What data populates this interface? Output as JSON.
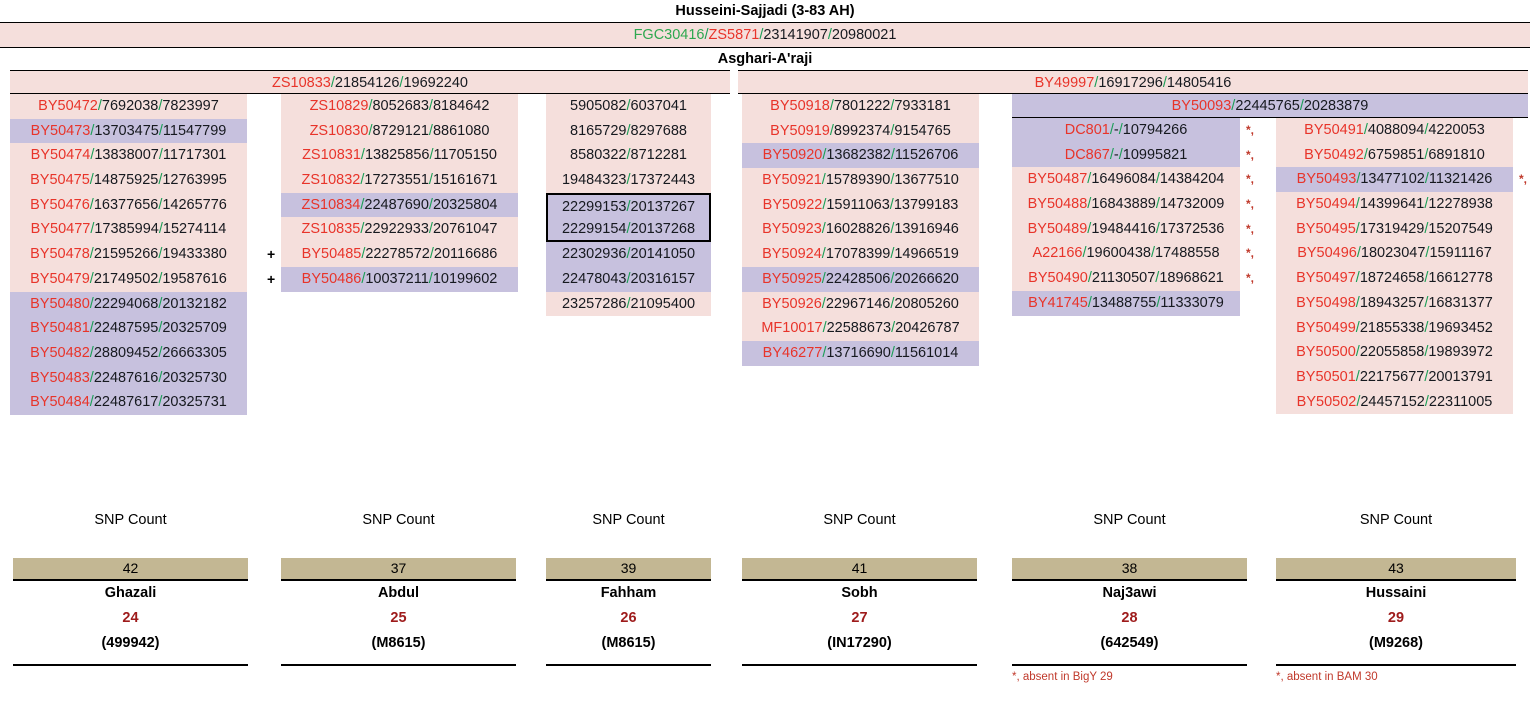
{
  "header": {
    "top_title": "Husseini-Sajjadi (3-83 AH)",
    "top_snp": {
      "a": "FGC30416",
      "b": "ZS5871",
      "c": "23141907",
      "d": "20980021"
    },
    "second_title": "Asghari-A'raji"
  },
  "branches": {
    "left": {
      "name": "ZS10833",
      "pos1": "21854126",
      "pos2": "19692240"
    },
    "right": {
      "name": "BY49997",
      "pos1": "16917296",
      "pos2": "14805416"
    },
    "right_sub": {
      "name": "BY50093",
      "pos1": "22445765",
      "pos2": "20283879"
    }
  },
  "columns": [
    {
      "id": "col-1",
      "rows": [
        {
          "name": "BY50472",
          "p1": "7692038",
          "p2": "7823997",
          "bg": "k"
        },
        {
          "name": "BY50473",
          "p1": "13703475",
          "p2": "11547799",
          "bg": "p"
        },
        {
          "name": "BY50474",
          "p1": "13838007",
          "p2": "11717301",
          "bg": "k"
        },
        {
          "name": "BY50475",
          "p1": "14875925",
          "p2": "12763995",
          "bg": "k"
        },
        {
          "name": "BY50476",
          "p1": "16377656",
          "p2": "14265776",
          "bg": "k"
        },
        {
          "name": "BY50477",
          "p1": "17385994",
          "p2": "15274114",
          "bg": "k"
        },
        {
          "name": "BY50478",
          "p1": "21595266",
          "p2": "19433380",
          "bg": "k"
        },
        {
          "name": "BY50479",
          "p1": "21749502",
          "p2": "19587616",
          "bg": "k"
        },
        {
          "name": "BY50480",
          "p1": "22294068",
          "p2": "20132182",
          "bg": "p"
        },
        {
          "name": "BY50481",
          "p1": "22487595",
          "p2": "20325709",
          "bg": "p"
        },
        {
          "name": "BY50482",
          "p1": "28809452",
          "p2": "26663305",
          "bg": "p"
        },
        {
          "name": "BY50483",
          "p1": "22487616",
          "p2": "20325730",
          "bg": "p"
        },
        {
          "name": "BY50484",
          "p1": "22487617",
          "p2": "20325731",
          "bg": "p"
        }
      ]
    },
    {
      "id": "col-2",
      "rows": [
        {
          "name": "ZS10829",
          "p1": "8052683",
          "p2": "8184642",
          "bg": "k"
        },
        {
          "name": "ZS10830",
          "p1": "8729121",
          "p2": "8861080",
          "bg": "k"
        },
        {
          "name": "ZS10831",
          "p1": "13825856",
          "p2": "11705150",
          "bg": "k"
        },
        {
          "name": "ZS10832",
          "p1": "17273551",
          "p2": "15161671",
          "bg": "k"
        },
        {
          "name": "ZS10834",
          "p1": "22487690",
          "p2": "20325804",
          "bg": "p"
        },
        {
          "name": "ZS10835",
          "p1": "22922933",
          "p2": "20761047",
          "bg": "k"
        },
        {
          "name": "BY50485",
          "p1": "22278572",
          "p2": "20116686",
          "bg": "k",
          "plus": "+"
        },
        {
          "name": "BY50486",
          "p1": "10037211",
          "p2": "10199602",
          "bg": "p",
          "plus": "+"
        }
      ]
    },
    {
      "id": "col-3",
      "rows": [
        {
          "name": "",
          "p1": "5905082",
          "p2": "6037041",
          "bg": "k"
        },
        {
          "name": "",
          "p1": "8165729",
          "p2": "8297688",
          "bg": "k"
        },
        {
          "name": "",
          "p1": "8580322",
          "p2": "8712281",
          "bg": "k"
        },
        {
          "name": "",
          "p1": "19484323",
          "p2": "17372443",
          "bg": "k"
        },
        {
          "name": "",
          "p1": "22299153",
          "p2": "20137267",
          "bg": "p",
          "box": "top"
        },
        {
          "name": "",
          "p1": "22299154",
          "p2": "20137268",
          "bg": "p",
          "box": "bot"
        },
        {
          "name": "",
          "p1": "22302936",
          "p2": "20141050",
          "bg": "p"
        },
        {
          "name": "",
          "p1": "22478043",
          "p2": "20316157",
          "bg": "p"
        },
        {
          "name": "",
          "p1": "23257286",
          "p2": "21095400",
          "bg": "k"
        }
      ]
    },
    {
      "id": "col-4",
      "rows": [
        {
          "name": "BY50918",
          "p1": "7801222",
          "p2": "7933181",
          "bg": "k"
        },
        {
          "name": "BY50919",
          "p1": "8992374",
          "p2": "9154765",
          "bg": "k"
        },
        {
          "name": "BY50920",
          "p1": "13682382",
          "p2": "11526706",
          "bg": "p"
        },
        {
          "name": "BY50921",
          "p1": "15789390",
          "p2": "13677510",
          "bg": "k"
        },
        {
          "name": "BY50922",
          "p1": "15911063",
          "p2": "13799183",
          "bg": "k"
        },
        {
          "name": "BY50923",
          "p1": "16028826",
          "p2": "13916946",
          "bg": "k"
        },
        {
          "name": "BY50924",
          "p1": "17078399",
          "p2": "14966519",
          "bg": "k"
        },
        {
          "name": "BY50925",
          "p1": "22428506",
          "p2": "20266620",
          "bg": "p"
        },
        {
          "name": "BY50926",
          "p1": "22967146",
          "p2": "20805260",
          "bg": "k"
        },
        {
          "name": "MF10017",
          "p1": "22588673",
          "p2": "20426787",
          "bg": "k"
        },
        {
          "name": "BY46277",
          "p1": "13716690",
          "p2": "11561014",
          "bg": "p"
        }
      ]
    },
    {
      "id": "col-5",
      "rows": [
        {
          "name": "DC801",
          "p1": "-",
          "p2": "10794266",
          "bg": "p",
          "ast": "*,"
        },
        {
          "name": "DC867",
          "p1": "-",
          "p2": "10995821",
          "bg": "p",
          "ast": "*,"
        },
        {
          "name": "BY50487",
          "p1": "16496084",
          "p2": "14384204",
          "bg": "k",
          "ast": "*,"
        },
        {
          "name": "BY50488",
          "p1": "16843889",
          "p2": "14732009",
          "bg": "k",
          "ast": "*,"
        },
        {
          "name": "BY50489",
          "p1": "19484416",
          "p2": "17372536",
          "bg": "k",
          "ast": "*,"
        },
        {
          "name": "A22166",
          "p1": "19600438",
          "p2": "17488558",
          "bg": "k",
          "ast": "*,"
        },
        {
          "name": "BY50490",
          "p1": "21130507",
          "p2": "18968621",
          "bg": "k",
          "ast": "*,"
        },
        {
          "name": "BY41745",
          "p1": "13488755",
          "p2": "11333079",
          "bg": "p"
        }
      ]
    },
    {
      "id": "col-6",
      "rows": [
        {
          "name": "BY50491",
          "p1": "4088094",
          "p2": "4220053",
          "bg": "k"
        },
        {
          "name": "BY50492",
          "p1": "6759851",
          "p2": "6891810",
          "bg": "k"
        },
        {
          "name": "BY50493",
          "p1": "13477102",
          "p2": "11321426",
          "bg": "p",
          "ast": "*,"
        },
        {
          "name": "BY50494",
          "p1": "14399641",
          "p2": "12278938",
          "bg": "k"
        },
        {
          "name": "BY50495",
          "p1": "17319429",
          "p2": "15207549",
          "bg": "k"
        },
        {
          "name": "BY50496",
          "p1": "18023047",
          "p2": "15911167",
          "bg": "k"
        },
        {
          "name": "BY50497",
          "p1": "18724658",
          "p2": "16612778",
          "bg": "k"
        },
        {
          "name": "BY50498",
          "p1": "18943257",
          "p2": "16831377",
          "bg": "k"
        },
        {
          "name": "BY50499",
          "p1": "21855338",
          "p2": "19693452",
          "bg": "k"
        },
        {
          "name": "BY50500",
          "p1": "22055858",
          "p2": "19893972",
          "bg": "k"
        },
        {
          "name": "BY50501",
          "p1": "22175677",
          "p2": "20013791",
          "bg": "k"
        },
        {
          "name": "BY50502",
          "p1": "24457152",
          "p2": "22311005",
          "bg": "k"
        }
      ]
    }
  ],
  "panels": [
    {
      "label": "SNP Count",
      "count": "42",
      "name": "Ghazali",
      "num": "24",
      "id": "(499942)",
      "note": ""
    },
    {
      "label": "SNP Count",
      "count": "37",
      "name": "Abdul",
      "num": "25",
      "id": "(M8615)",
      "note": ""
    },
    {
      "label": "SNP Count",
      "count": "39",
      "name": "Fahham",
      "num": "26",
      "id": "(M8615)",
      "note": ""
    },
    {
      "label": "SNP Count",
      "count": "41",
      "name": "Sobh",
      "num": "27",
      "id": "(IN17290)",
      "note": ""
    },
    {
      "label": "SNP Count",
      "count": "38",
      "name": "Naj3awi",
      "num": "28",
      "id": "(642549)",
      "note": "*, absent in BigY 29"
    },
    {
      "label": "SNP Count",
      "count": "43",
      "name": "Hussaini",
      "num": "29",
      "id": "(M9268)",
      "note": "*, absent in BAM 30"
    }
  ],
  "colors": {
    "purple_row": "#c7c1de",
    "pink_row": "#f5dfdc",
    "snp_name": "#e8342a",
    "snp_sep": "#1a9e56",
    "count_bg": "#c3b793",
    "num_red": "#9e1b1b",
    "note_red": "#c0392b"
  }
}
